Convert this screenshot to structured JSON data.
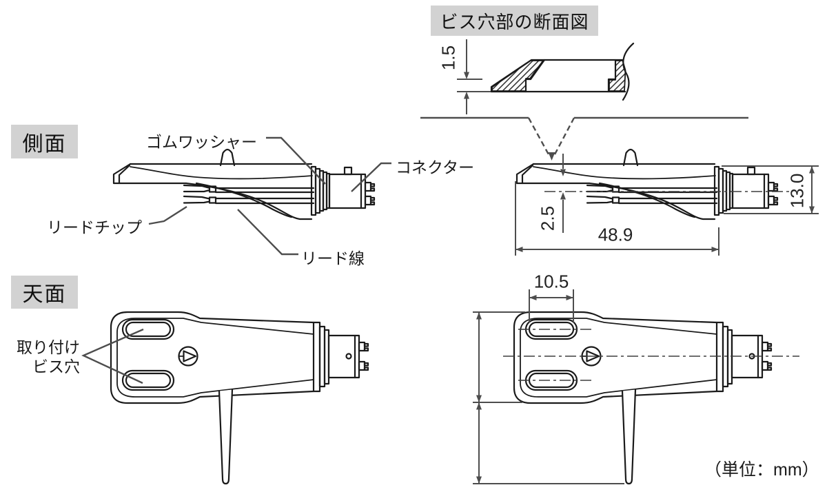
{
  "colors": {
    "background": "#ffffff",
    "drawing_line": "#1a1a1a",
    "annotation_line": "#4d4d4d",
    "label_background": "#d2d2d2"
  },
  "section_header": {
    "title": "ビス穴部の断面図"
  },
  "view_labels": {
    "side_view": "側面",
    "top_view": "天面"
  },
  "callouts": {
    "rubber_washer": "ゴムワッシャー",
    "connector": "コネクター",
    "lead_tip": "リードチップ",
    "lead_wire": "リード線",
    "mounting_screw_holes": {
      "line1": "取り付け",
      "line2": "ビス穴"
    }
  },
  "dimensions_mm": {
    "screw_hole_depth": "1.5",
    "surface_to_center_height": "2.5",
    "shell_length": "48.9",
    "connector_height": "13.0",
    "screw_slot_length": "10.5"
  },
  "units_note": "（単位：mm）"
}
